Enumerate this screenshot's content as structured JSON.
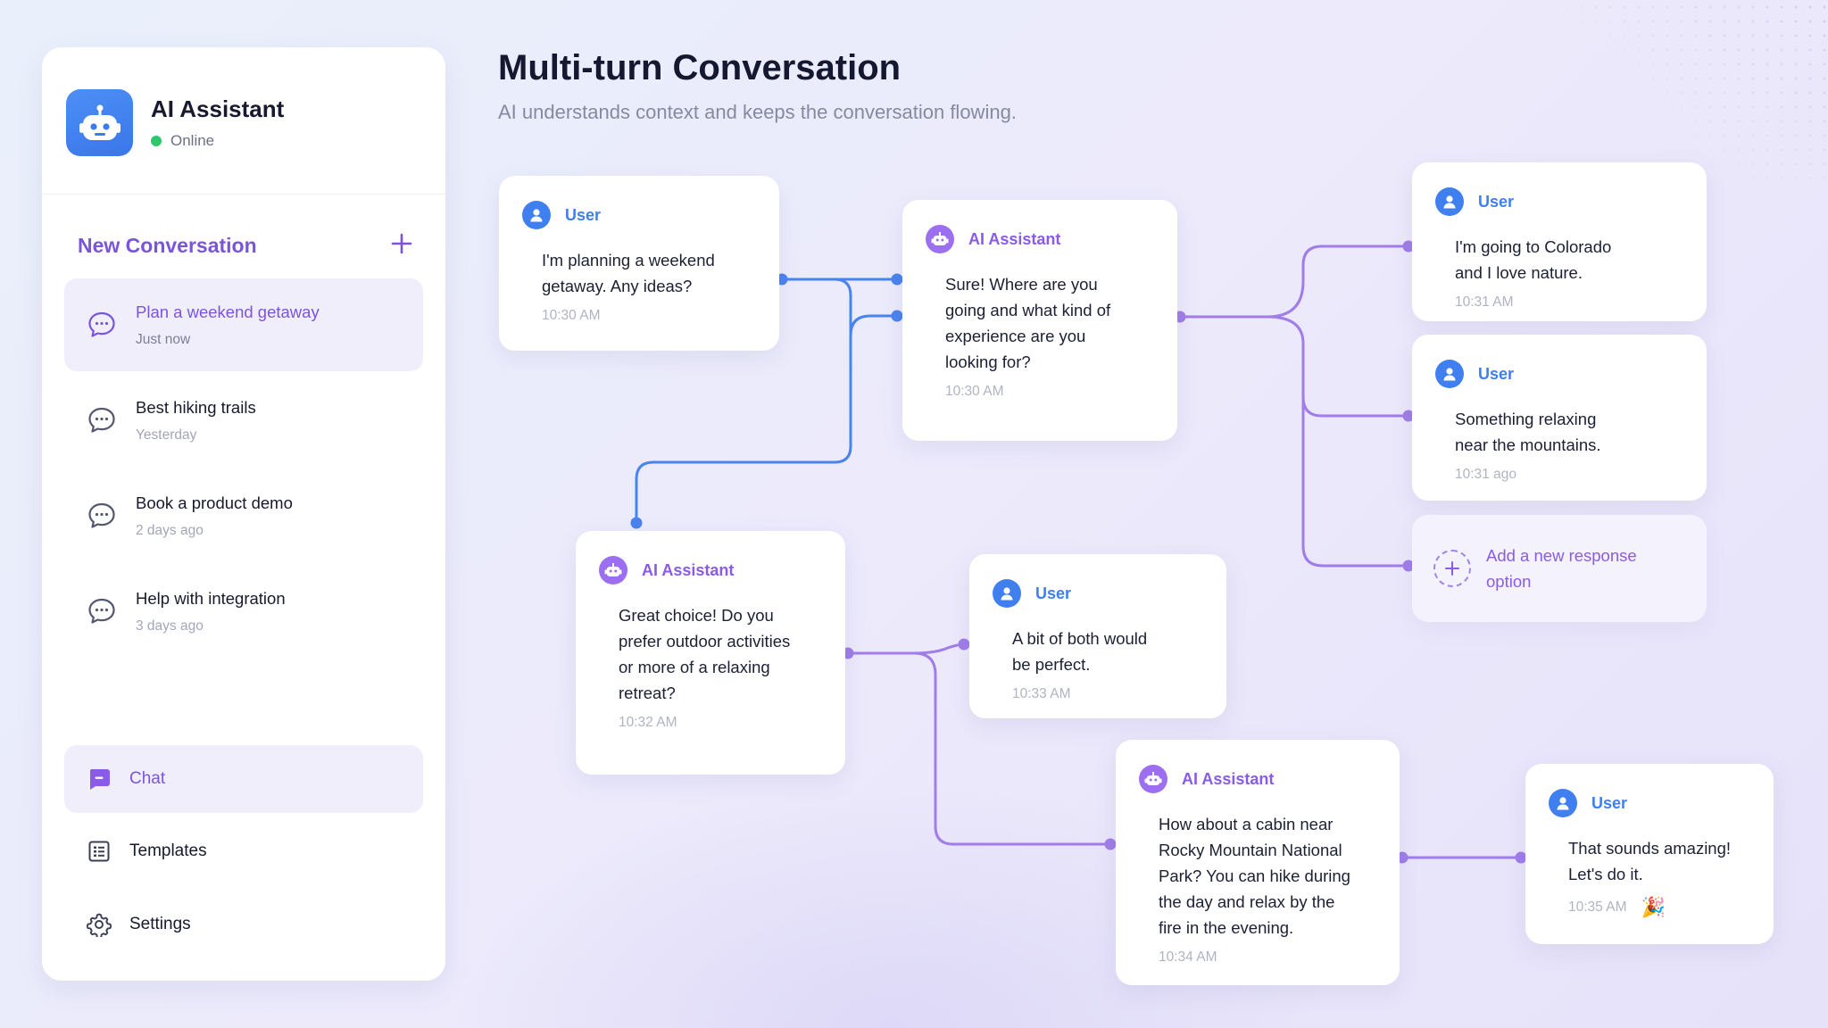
{
  "sidebar": {
    "brand": {
      "name": "AI Assistant",
      "status": "Online"
    },
    "new_conversation_label": "New Conversation",
    "conversations": [
      {
        "title": "Plan a weekend getaway",
        "time": "Just now"
      },
      {
        "title": "Best hiking trails",
        "time": "Yesterday"
      },
      {
        "title": "Book a product demo",
        "time": "2 days ago"
      },
      {
        "title": "Help with integration",
        "time": "3 days ago"
      }
    ],
    "nav": [
      {
        "label": "Chat",
        "icon": "chat-icon"
      },
      {
        "label": "Templates",
        "icon": "templates-icon"
      },
      {
        "label": "Settings",
        "icon": "gear-icon"
      }
    ]
  },
  "header": {
    "title": "Multi-turn Conversation",
    "subtitle": "AI understands context and keeps the conversation flowing."
  },
  "messages": [
    {
      "role": "User",
      "lines": [
        "I'm planning a weekend",
        "getaway. Any ideas?"
      ],
      "time": "10:30 AM"
    },
    {
      "role": "AI Assistant",
      "lines": [
        "Sure! Where are you",
        "going and what kind of",
        "experience are you",
        "looking for?"
      ],
      "time": "10:30 AM"
    },
    {
      "role": "User",
      "lines": [
        "I'm going to Colorado",
        "and I love nature."
      ],
      "time": "10:31 AM"
    },
    {
      "role": "User",
      "lines": [
        "Something relaxing",
        "near the mountains."
      ],
      "time": "10:31 ago"
    },
    {
      "role": "AI Assistant",
      "lines": [
        "Great choice! Do you",
        "prefer outdoor activities",
        "or more of a relaxing",
        "retreat?"
      ],
      "time": "10:32 AM"
    },
    {
      "role": "User",
      "lines": [
        "A bit of both would",
        "be perfect."
      ],
      "time": "10:33 AM"
    },
    {
      "role": "AI Assistant",
      "lines": [
        "How about a cabin near",
        "Rocky Mountain National",
        "Park? You can hike during",
        "the day and relax by the",
        "fire in the evening."
      ],
      "time": "10:34 AM"
    },
    {
      "role": "User",
      "lines": [
        "That sounds amazing!",
        "Let's do it."
      ],
      "time": "10:35 AM",
      "emoji": "🎉"
    }
  ],
  "add_option": {
    "lines": [
      "Add a new response",
      "option"
    ]
  },
  "colors": {
    "accent": "#7a55db",
    "user": "#3f7ff0",
    "bot": "#9c6ff0",
    "online": "#2fc76b"
  }
}
